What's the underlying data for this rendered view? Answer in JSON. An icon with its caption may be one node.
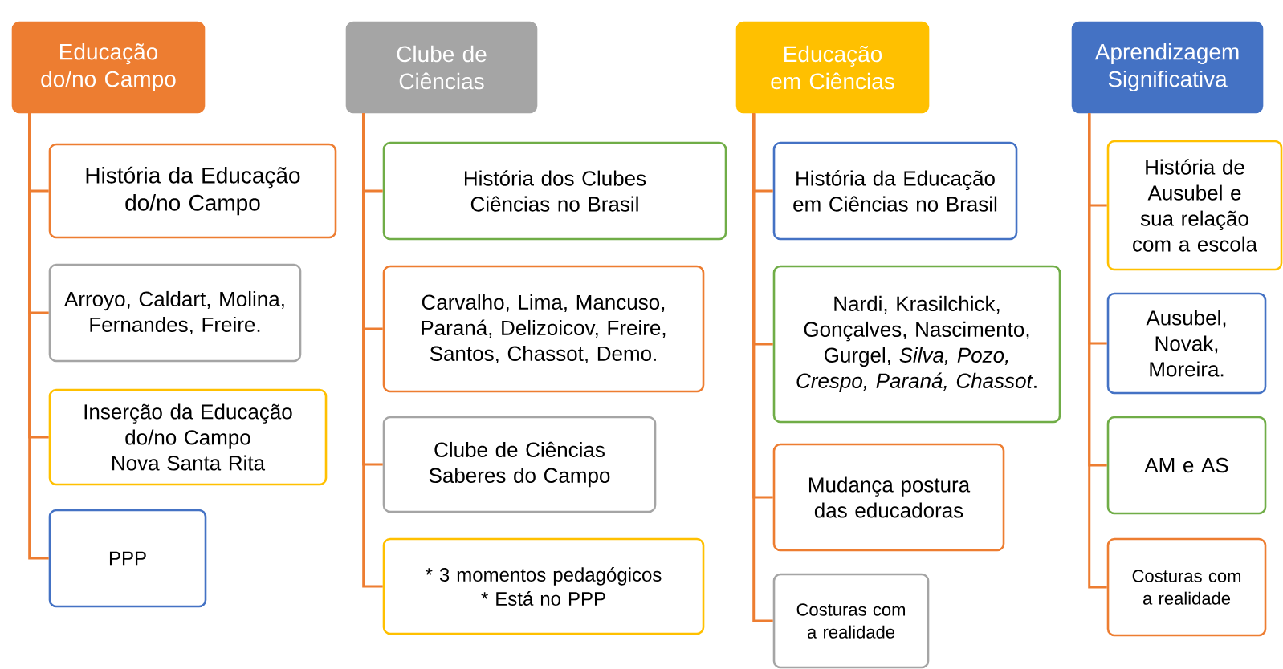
{
  "diagram": {
    "nodes": [
      {
        "text": [
          "Educação do/no Campo"
        ]
      },
      {
        "text": [
          "História da Educação do/no Campo"
        ]
      },
      {
        "text": [
          "Arroyo, Caldart, Molina, Fernandes, Freire."
        ]
      },
      {
        "text": [
          "Inserção da Educação do/no Campo Nova Santa Rita"
        ]
      },
      {
        "text": [
          "PPP"
        ]
      },
      {
        "text": [
          "Clube de Ciências"
        ]
      },
      {
        "text": [
          "História dos Clubes Ciências no Brasil"
        ]
      },
      {
        "text": [
          "Carvalho, Lima, Mancuso, Paraná, Delizoicov, Freire, Santos, Chassot, Demo."
        ]
      },
      {
        "text": [
          "Clube de Ciências Saberes do Campo"
        ]
      },
      {
        "text": [
          "* 3 momentos pedagógicos",
          "* Está no PPP"
        ]
      },
      {
        "text": [
          "Educação em Ciências"
        ]
      },
      {
        "text": [
          "História da Educação em Ciências no Brasil"
        ]
      },
      {
        "text": [
          "Nardi, Krasilchick, Gonçalves, Nascimento, Gurgel, *Silva, Pozo, Crespo, Paraná, Chassot*."
        ]
      },
      {
        "text": [
          "Mudança postura das educadoras"
        ]
      },
      {
        "text": [
          "Costuras com a realidade"
        ]
      },
      {
        "text": [
          "Aprendizagem Significativa"
        ]
      },
      {
        "text": [
          "História de Ausubel e sua relação com a escola"
        ]
      },
      {
        "text": [
          "Ausubel, Novak, Moreira."
        ]
      },
      {
        "text": [
          "AM e AS"
        ]
      },
      {
        "text": [
          "Costuras com a realidade"
        ]
      }
    ],
    "edges": [
      {
        "from": 0,
        "to": 1,
        "arrow": "none"
      },
      {
        "from": 0,
        "to": 2,
        "arrow": "none"
      },
      {
        "from": 0,
        "to": 3,
        "arrow": "none"
      },
      {
        "from": 0,
        "to": 4,
        "arrow": "none"
      },
      {
        "from": 5,
        "to": 6,
        "arrow": "none"
      },
      {
        "from": 5,
        "to": 7,
        "arrow": "none"
      },
      {
        "from": 5,
        "to": 8,
        "arrow": "none"
      },
      {
        "from": 5,
        "to": 9,
        "arrow": "none"
      },
      {
        "from": 10,
        "to": 11,
        "arrow": "none"
      },
      {
        "from": 10,
        "to": 12,
        "arrow": "none"
      },
      {
        "from": 10,
        "to": 13,
        "arrow": "none"
      },
      {
        "from": 10,
        "to": 14,
        "arrow": "none"
      },
      {
        "from": 15,
        "to": 16,
        "arrow": "none"
      },
      {
        "from": 15,
        "to": 17,
        "arrow": "none"
      },
      {
        "from": 15,
        "to": 18,
        "arrow": "none"
      },
      {
        "from": 15,
        "to": 19,
        "arrow": "none"
      }
    ]
  }
}
